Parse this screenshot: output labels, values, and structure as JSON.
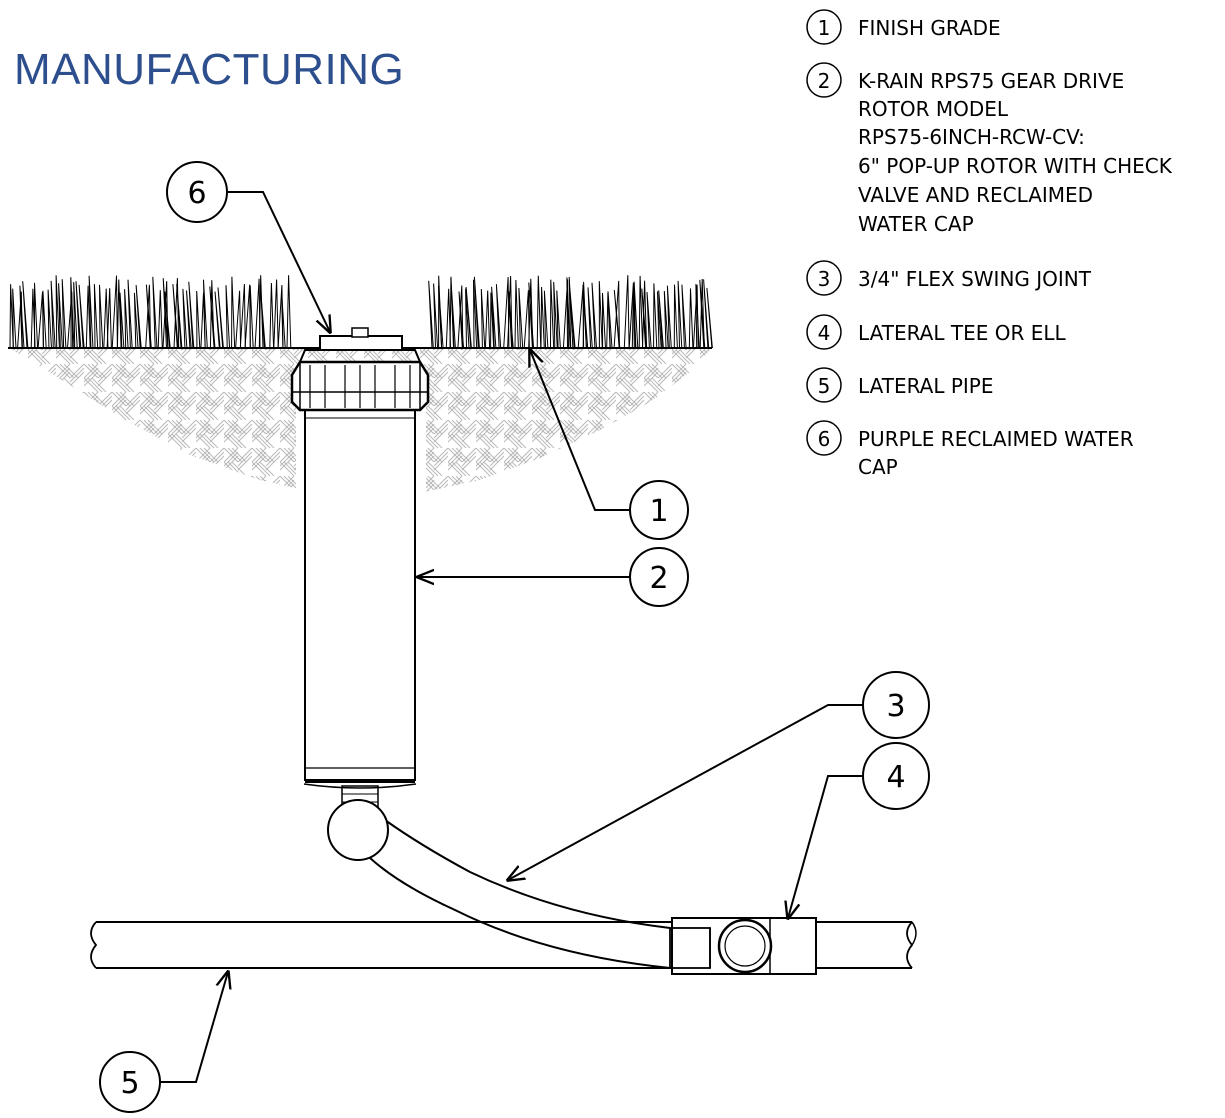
{
  "title": "MANUFACTURING",
  "legend": [
    {
      "num": "1",
      "lines": [
        "FINISH GRADE"
      ]
    },
    {
      "num": "2",
      "lines": [
        "K-RAIN RPS75 GEAR DRIVE",
        "ROTOR MODEL",
        "RPS75-6INCH-RCW-CV:",
        "6\" POP-UP ROTOR WITH CHECK",
        "VALVE AND RECLAIMED",
        "WATER CAP"
      ]
    },
    {
      "num": "3",
      "lines": [
        "3/4\" FLEX SWING JOINT"
      ]
    },
    {
      "num": "4",
      "lines": [
        "LATERAL TEE OR ELL"
      ]
    },
    {
      "num": "5",
      "lines": [
        "LATERAL PIPE"
      ]
    },
    {
      "num": "6",
      "lines": [
        "PURPLE RECLAIMED WATER",
        "CAP"
      ]
    }
  ],
  "callouts": {
    "c1": "1",
    "c2": "2",
    "c3": "3",
    "c4": "4",
    "c5": "5",
    "c6": "6"
  },
  "colors": {
    "title": "#2d4f8e",
    "lines": "#000000",
    "soil_hatch": "#b5b5b5"
  }
}
